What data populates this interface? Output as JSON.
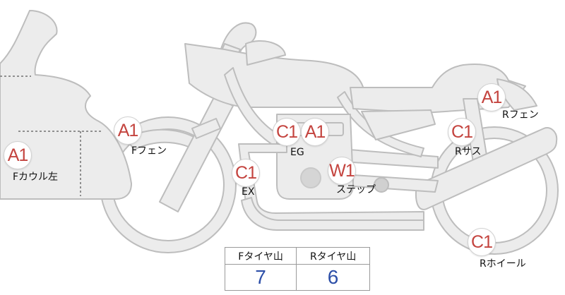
{
  "badges": {
    "fcowl_left": "A1",
    "ffender": "A1",
    "ex": "C1",
    "eg_c1": "C1",
    "eg_a1": "A1",
    "step": "W1",
    "rfender": "A1",
    "rsus": "C1",
    "rwheel": "C1"
  },
  "labels": {
    "fcowl_left": "Fカウル左",
    "ffender": "Fフェン",
    "ex": "EX",
    "eg": "EG",
    "step": "ステップ",
    "rfender": "Rフェン",
    "rsus": "Rサス",
    "rwheel": "Rホイール"
  },
  "tire_table": {
    "headers": [
      "Fタイヤ山",
      "Rタイヤ山"
    ],
    "values": [
      "7",
      "6"
    ]
  },
  "colors": {
    "body_fill": "#ececec",
    "outline": "#bdbdbd",
    "badge_text": "#c4443f",
    "value_text": "#2d4fa8"
  }
}
